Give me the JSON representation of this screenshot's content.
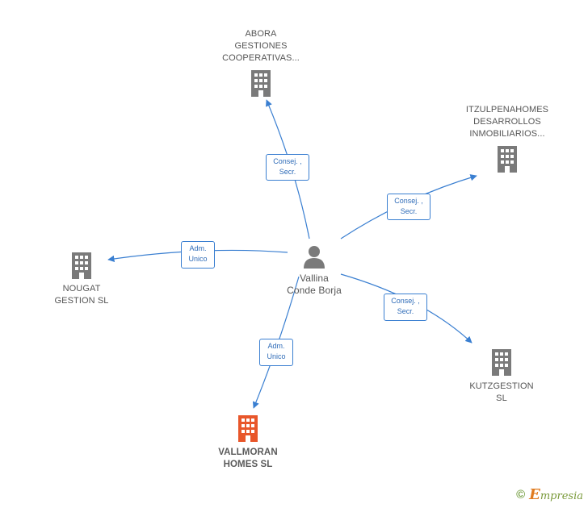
{
  "center": {
    "name": "Vallina\nConde Borja",
    "icon": "person-icon"
  },
  "companies": {
    "abora": {
      "name": "ABORA\nGESTIONES\nCOOPERATIVAS...",
      "icon": "building-icon"
    },
    "itzulpena": {
      "name": "ITZULPENAHOMES\nDESARROLLOS\nINMOBILIARIOS...",
      "icon": "building-icon"
    },
    "nougat": {
      "name": "NOUGAT\nGESTION  SL",
      "icon": "building-icon"
    },
    "kutz": {
      "name": "KUTZGESTION\nSL",
      "icon": "building-icon"
    },
    "vallmoran": {
      "name": "VALLMORAN\nHOMES  SL",
      "icon": "building-icon",
      "color": "#e8562a"
    }
  },
  "roles": {
    "abora": "Consej. ,\nSecr.",
    "itzulpena": "Consej. ,\nSecr.",
    "nougat": "Adm.\nUnico",
    "kutz": "Consej. ,\nSecr.",
    "vallmoran": "Adm.\nUnico"
  },
  "colors": {
    "edge": "#3a7fd1",
    "building": "#7a7a7a",
    "highlight": "#e8562a"
  },
  "footer": {
    "copyright": "©",
    "brand_initial": "E",
    "brand_rest": "mpresia"
  }
}
